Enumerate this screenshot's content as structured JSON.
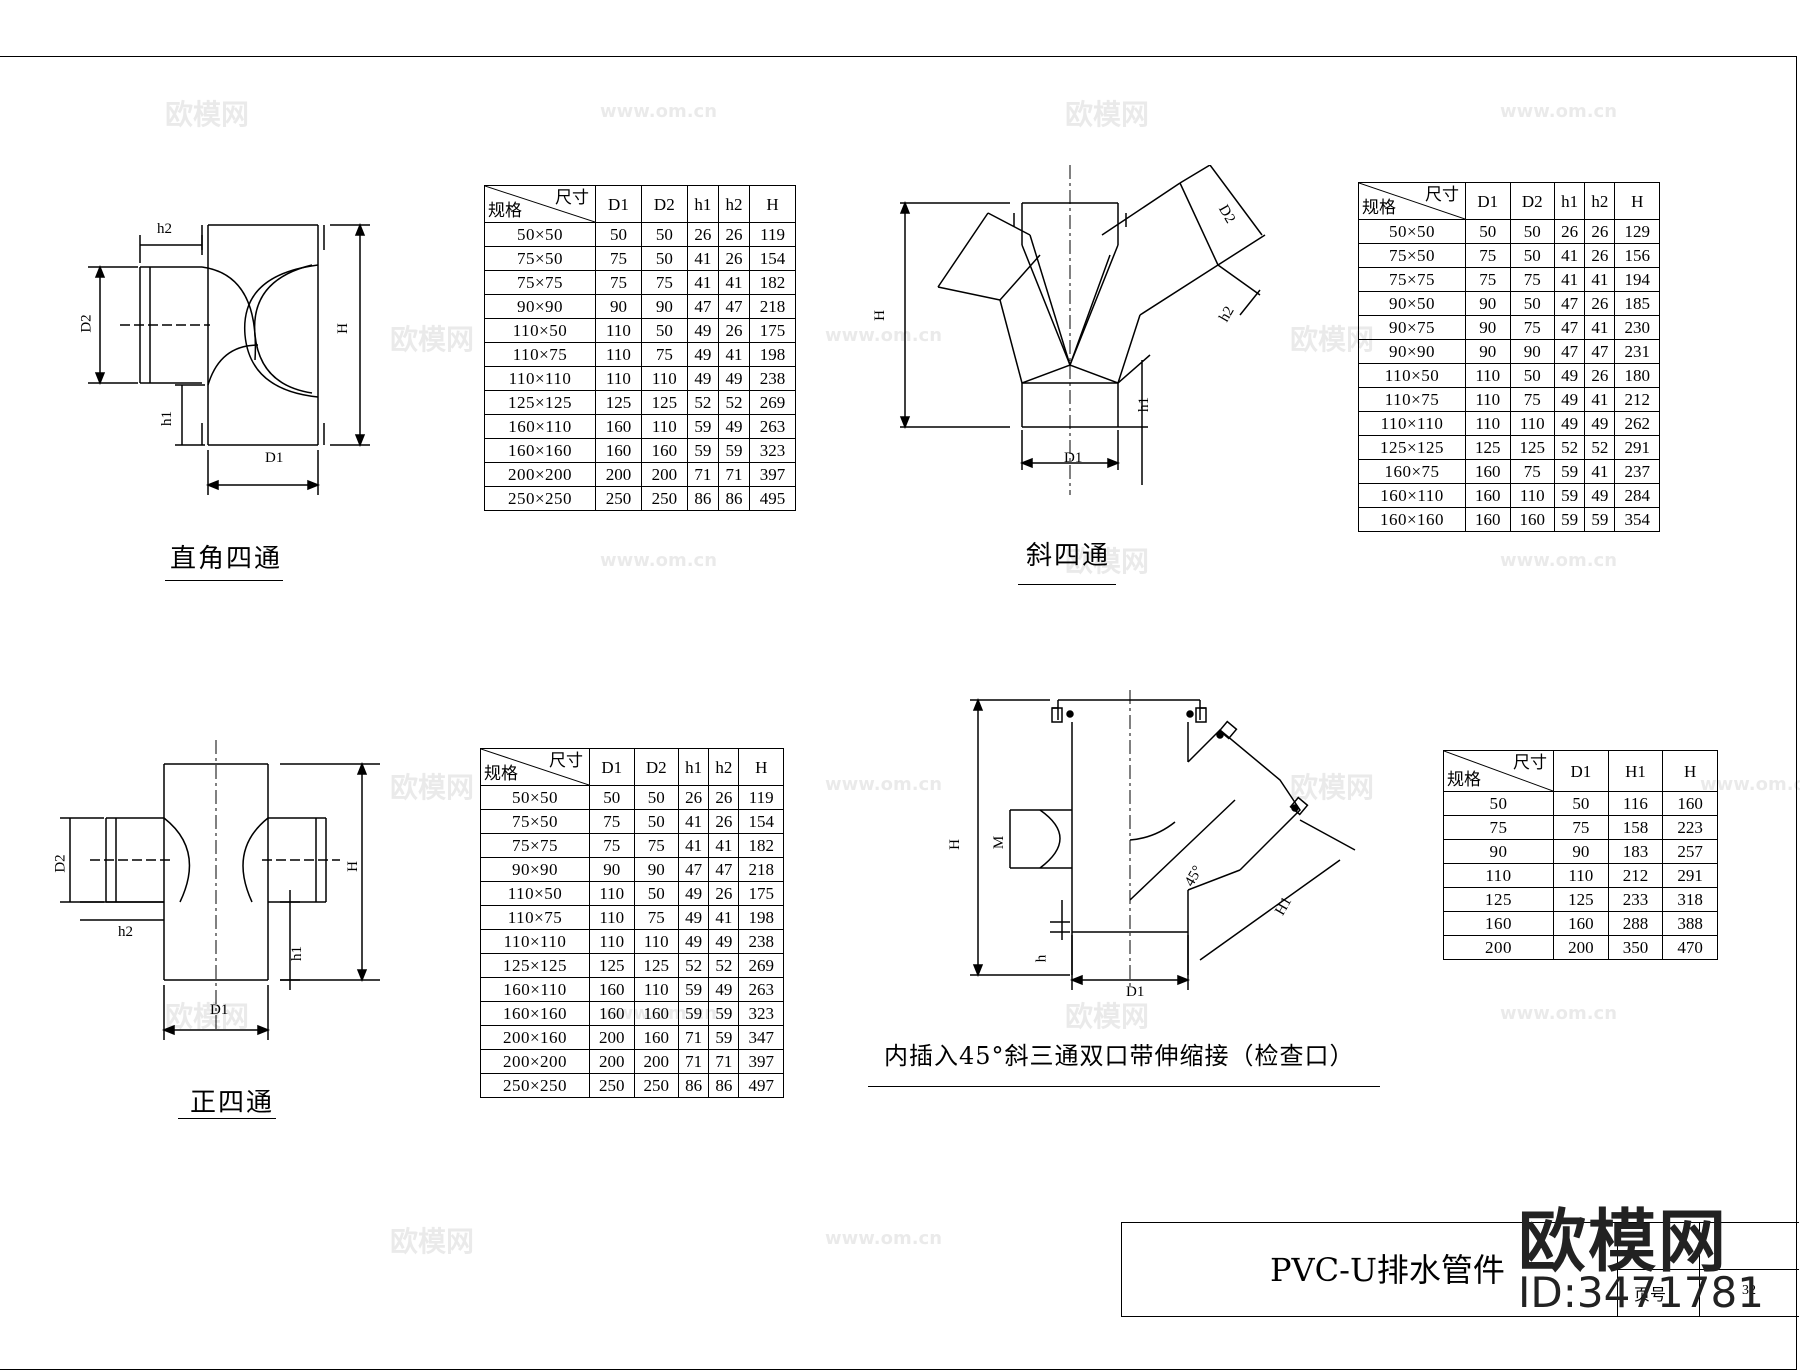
{
  "drawings": {
    "right_angle_cross": {
      "caption": "直角四通",
      "labels": {
        "h2": "h2",
        "d2": "D2",
        "h": "H",
        "h1": "h1",
        "d1": "D1"
      }
    },
    "oblique_cross": {
      "caption": "斜四通",
      "labels": {
        "h": "H",
        "d2": "D2",
        "h2": "h2",
        "h1": "h1",
        "d1": "D1"
      }
    },
    "equal_cross": {
      "caption": "正四通",
      "labels": {
        "d2": "D2",
        "h2": "h2",
        "h": "H",
        "h1": "h1",
        "d1": "D1"
      }
    },
    "wye_45": {
      "caption": "内插入45°斜三通双口带伸缩接（检查口）",
      "labels": {
        "h": "H",
        "m": "M",
        "angle": "45°",
        "h1": "H1",
        "hsmall": "h",
        "d1": "D1"
      }
    }
  },
  "tables": {
    "table1": {
      "header_top": "尺寸",
      "header_bottom": "规格",
      "columns": [
        "D1",
        "D2",
        "h1",
        "h2",
        "H"
      ],
      "rows": [
        [
          "50×50",
          "50",
          "50",
          "26",
          "26",
          "119"
        ],
        [
          "75×50",
          "75",
          "50",
          "41",
          "26",
          "154"
        ],
        [
          "75×75",
          "75",
          "75",
          "41",
          "41",
          "182"
        ],
        [
          "90×90",
          "90",
          "90",
          "47",
          "47",
          "218"
        ],
        [
          "110×50",
          "110",
          "50",
          "49",
          "26",
          "175"
        ],
        [
          "110×75",
          "110",
          "75",
          "49",
          "41",
          "198"
        ],
        [
          "110×110",
          "110",
          "110",
          "49",
          "49",
          "238"
        ],
        [
          "125×125",
          "125",
          "125",
          "52",
          "52",
          "269"
        ],
        [
          "160×110",
          "160",
          "110",
          "59",
          "49",
          "263"
        ],
        [
          "160×160",
          "160",
          "160",
          "59",
          "59",
          "323"
        ],
        [
          "200×200",
          "200",
          "200",
          "71",
          "71",
          "397"
        ],
        [
          "250×250",
          "250",
          "250",
          "86",
          "86",
          "495"
        ]
      ]
    },
    "table2": {
      "header_top": "尺寸",
      "header_bottom": "规格",
      "columns": [
        "D1",
        "D2",
        "h1",
        "h2",
        "H"
      ],
      "rows": [
        [
          "50×50",
          "50",
          "50",
          "26",
          "26",
          "129"
        ],
        [
          "75×50",
          "75",
          "50",
          "41",
          "26",
          "156"
        ],
        [
          "75×75",
          "75",
          "75",
          "41",
          "41",
          "194"
        ],
        [
          "90×50",
          "90",
          "50",
          "47",
          "26",
          "185"
        ],
        [
          "90×75",
          "90",
          "75",
          "47",
          "41",
          "230"
        ],
        [
          "90×90",
          "90",
          "90",
          "47",
          "47",
          "231"
        ],
        [
          "110×50",
          "110",
          "50",
          "49",
          "26",
          "180"
        ],
        [
          "110×75",
          "110",
          "75",
          "49",
          "41",
          "212"
        ],
        [
          "110×110",
          "110",
          "110",
          "49",
          "49",
          "262"
        ],
        [
          "125×125",
          "125",
          "125",
          "52",
          "52",
          "291"
        ],
        [
          "160×75",
          "160",
          "75",
          "59",
          "41",
          "237"
        ],
        [
          "160×110",
          "160",
          "110",
          "59",
          "49",
          "284"
        ],
        [
          "160×160",
          "160",
          "160",
          "59",
          "59",
          "354"
        ]
      ]
    },
    "table3": {
      "header_top": "尺寸",
      "header_bottom": "规格",
      "columns": [
        "D1",
        "D2",
        "h1",
        "h2",
        "H"
      ],
      "rows": [
        [
          "50×50",
          "50",
          "50",
          "26",
          "26",
          "119"
        ],
        [
          "75×50",
          "75",
          "50",
          "41",
          "26",
          "154"
        ],
        [
          "75×75",
          "75",
          "75",
          "41",
          "41",
          "182"
        ],
        [
          "90×90",
          "90",
          "90",
          "47",
          "47",
          "218"
        ],
        [
          "110×50",
          "110",
          "50",
          "49",
          "26",
          "175"
        ],
        [
          "110×75",
          "110",
          "75",
          "49",
          "41",
          "198"
        ],
        [
          "110×110",
          "110",
          "110",
          "49",
          "49",
          "238"
        ],
        [
          "125×125",
          "125",
          "125",
          "52",
          "52",
          "269"
        ],
        [
          "160×110",
          "160",
          "110",
          "59",
          "49",
          "263"
        ],
        [
          "160×160",
          "160",
          "160",
          "59",
          "59",
          "323"
        ],
        [
          "200×160",
          "200",
          "160",
          "71",
          "59",
          "347"
        ],
        [
          "200×200",
          "200",
          "200",
          "71",
          "71",
          "397"
        ],
        [
          "250×250",
          "250",
          "250",
          "86",
          "86",
          "497"
        ]
      ]
    },
    "table4": {
      "header_top": "尺寸",
      "header_bottom": "规格",
      "columns": [
        "D1",
        "H1",
        "H"
      ],
      "rows": [
        [
          "50",
          "50",
          "116",
          "160"
        ],
        [
          "75",
          "75",
          "158",
          "223"
        ],
        [
          "90",
          "90",
          "183",
          "257"
        ],
        [
          "110",
          "110",
          "212",
          "291"
        ],
        [
          "125",
          "125",
          "233",
          "318"
        ],
        [
          "160",
          "160",
          "288",
          "388"
        ],
        [
          "200",
          "200",
          "350",
          "470"
        ]
      ]
    }
  },
  "title_block": {
    "title": "PVC-U排水管件",
    "page_label": "页号",
    "page_number": "32"
  },
  "watermark": {
    "brand": "欧模网",
    "id": "ID:3471781",
    "url": "www.om.cn"
  }
}
